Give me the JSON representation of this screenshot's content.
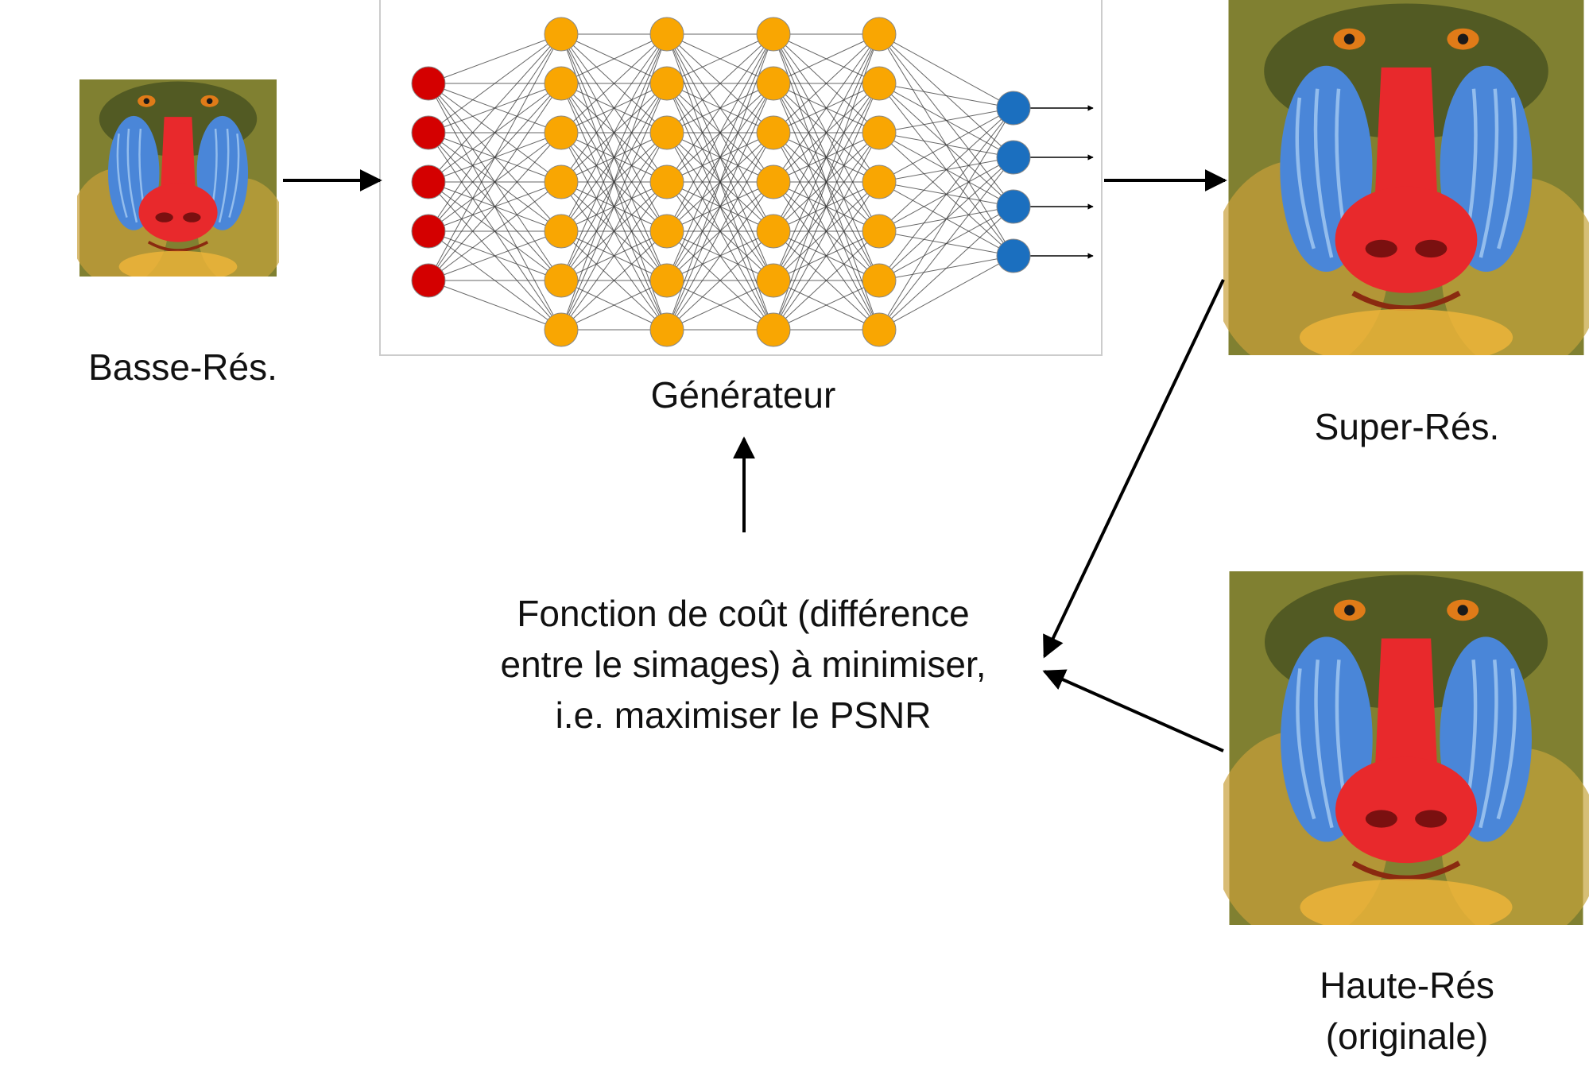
{
  "images": {
    "low_res_label": "Basse-Rés.",
    "super_res_label": "Super-Rés.",
    "high_res_label_line1": "Haute-Rés",
    "high_res_label_line2": "(originale)"
  },
  "network": {
    "label": "Générateur",
    "layers": [
      5,
      7,
      7,
      7,
      7,
      4
    ],
    "colors": {
      "input": "#d40000",
      "hidden": "#f9a602",
      "output": "#1b6fbf",
      "edge": "#333333"
    }
  },
  "loss": {
    "line1": "Fonction de coût (différence",
    "line2": "entre le simages) à minimiser,",
    "line3": "i.e. maximiser le PSNR"
  },
  "mandrill_palette": {
    "fur_light": "#b0a23c",
    "fur_dark": "#4f5a26",
    "cheek_blue": "#4a86d8",
    "cheek_light": "#9cc4f0",
    "nose_red": "#e8292c",
    "eye": "#e07b18",
    "beard": "#f0b53a"
  }
}
